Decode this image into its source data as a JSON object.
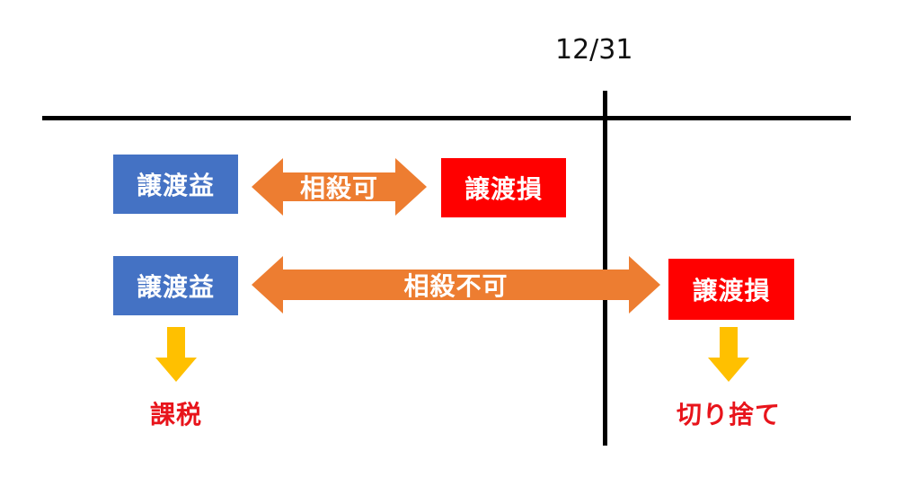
{
  "diagram": {
    "date": "12/31",
    "row1": {
      "left_box": "譲渡益",
      "arrow_label": "相殺可",
      "right_box": "譲渡損"
    },
    "row2": {
      "left_box": "譲渡益",
      "arrow_label": "相殺不可",
      "right_box": "譲渡損"
    },
    "left_result": "課税",
    "right_result": "切り捨て"
  },
  "colors": {
    "gain_box": "#4472C4",
    "loss_box": "#FF0000",
    "arrow": "#ED7D31",
    "down_arrow": "#FFC000",
    "result_text": "#E8141B"
  }
}
